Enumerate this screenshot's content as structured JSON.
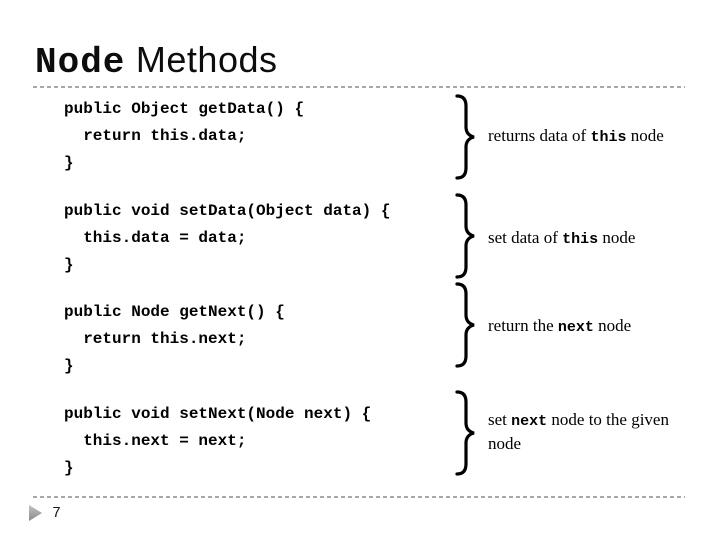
{
  "slide": {
    "title": {
      "code_part": "Node",
      "text_part": " Methods"
    },
    "page_number": "7"
  },
  "methods": [
    {
      "name": "getData",
      "lines": [
        "public Object getData() {",
        "  return this.data;",
        "}"
      ],
      "annotation": [
        {
          "text": "returns data of "
        },
        {
          "text": "this",
          "mono": true
        },
        {
          "text": " node"
        }
      ]
    },
    {
      "name": "setData",
      "lines": [
        "public void setData(Object data) {",
        "  this.data = data;",
        "}"
      ],
      "annotation": [
        {
          "text": "set data of "
        },
        {
          "text": "this",
          "mono": true
        },
        {
          "text": " node"
        }
      ]
    },
    {
      "name": "getNext",
      "lines": [
        "public Node getNext() {",
        "  return this.next;",
        "}"
      ],
      "annotation": [
        {
          "text": "return the "
        },
        {
          "text": "next",
          "mono": true
        },
        {
          "text": " node"
        }
      ]
    },
    {
      "name": "setNext",
      "lines": [
        "public void setNext(Node next) {",
        "  this.next = next;",
        "}"
      ],
      "annotation": [
        {
          "text": "set "
        },
        {
          "text": "next",
          "mono": true
        },
        {
          "text": " node to the given"
        },
        {
          "break": true
        },
        {
          "text": "node"
        }
      ]
    }
  ],
  "icons": {
    "brace": "right-curly-brace",
    "bullet_arrow": "right-triangle"
  },
  "colors": {
    "text": "#000000",
    "dashed_line": "#a8a8a8",
    "bullet_light": "#c2c2c2",
    "bullet_dark": "#8a8a8a"
  }
}
